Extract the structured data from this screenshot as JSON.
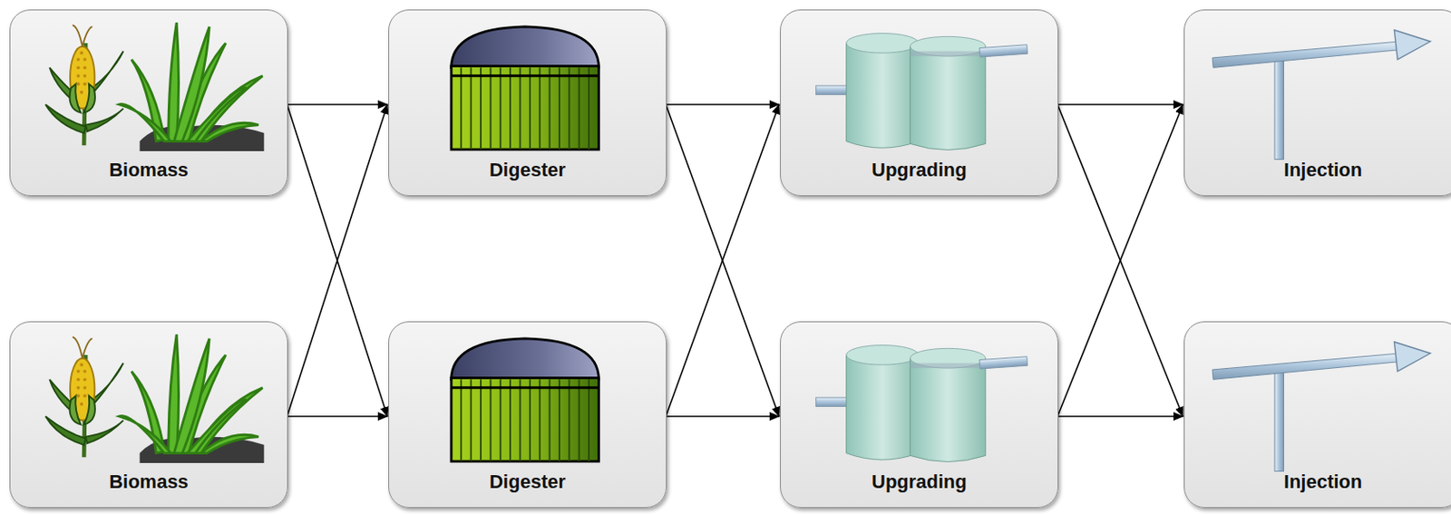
{
  "diagram": {
    "nodes": [
      {
        "text": [
          "Biomass"
        ]
      },
      {
        "text": [
          "Digester"
        ]
      },
      {
        "text": [
          "Upgrading"
        ]
      },
      {
        "text": [
          "Injection"
        ]
      },
      {
        "text": [
          "Biomass"
        ]
      },
      {
        "text": [
          "Digester"
        ]
      },
      {
        "text": [
          "Upgrading"
        ]
      },
      {
        "text": [
          "Injection"
        ]
      }
    ],
    "edges": [
      {
        "from": 0,
        "to": 1,
        "arrow": "to"
      },
      {
        "from": 0,
        "to": 5,
        "arrow": "to"
      },
      {
        "from": 4,
        "to": 1,
        "arrow": "to"
      },
      {
        "from": 4,
        "to": 5,
        "arrow": "to"
      },
      {
        "from": 1,
        "to": 2,
        "arrow": "to"
      },
      {
        "from": 1,
        "to": 6,
        "arrow": "to"
      },
      {
        "from": 5,
        "to": 2,
        "arrow": "to"
      },
      {
        "from": 5,
        "to": 6,
        "arrow": "to"
      },
      {
        "from": 2,
        "to": 3,
        "arrow": "to"
      },
      {
        "from": 2,
        "to": 7,
        "arrow": "to"
      },
      {
        "from": 6,
        "to": 3,
        "arrow": "to"
      },
      {
        "from": 6,
        "to": 7,
        "arrow": "to"
      }
    ]
  }
}
